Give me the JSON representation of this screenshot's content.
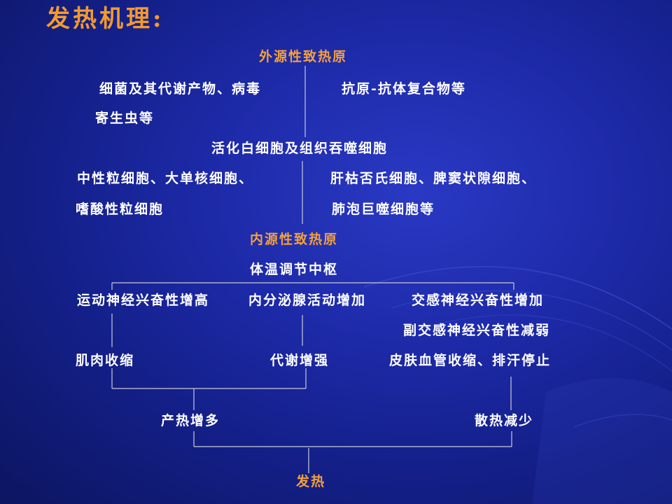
{
  "title": "发热机理:",
  "colors": {
    "accent": "#f3a03c",
    "text": "#ffffff",
    "background": "#1a279f",
    "line": "#c9cbd6"
  },
  "nodes": {
    "exo_pyrogen": "外源性致热原",
    "bacteria": "细菌及其代谢产物、病毒",
    "parasite": "寄生虫等",
    "antigen": "抗原-抗体复合物等",
    "activated_cells": "活化白细胞及组织吞噬细胞",
    "neutrophil": "中性粒细胞、大单核细胞、",
    "eosinophil": "嗜酸性粒细胞",
    "kupffer": "肝枯否氏细胞、脾窦状隙细胞、",
    "alveolar": "肺泡巨噬细胞等",
    "endo_pyrogen": "内源性致热原",
    "center": "体温调节中枢",
    "motor": "运动神经兴奋性增高",
    "endocrine": "内分泌腺活动增加",
    "sympathetic": "交感神经兴奋性增加",
    "parasympathetic": "副交感神经兴奋性减弱",
    "muscle": "肌肉收缩",
    "metabolism": "代谢增强",
    "skin": "皮肤血管收缩、排汗停止",
    "heat_gain": "产热增多",
    "heat_loss": "散热减少",
    "fever": "发热"
  }
}
